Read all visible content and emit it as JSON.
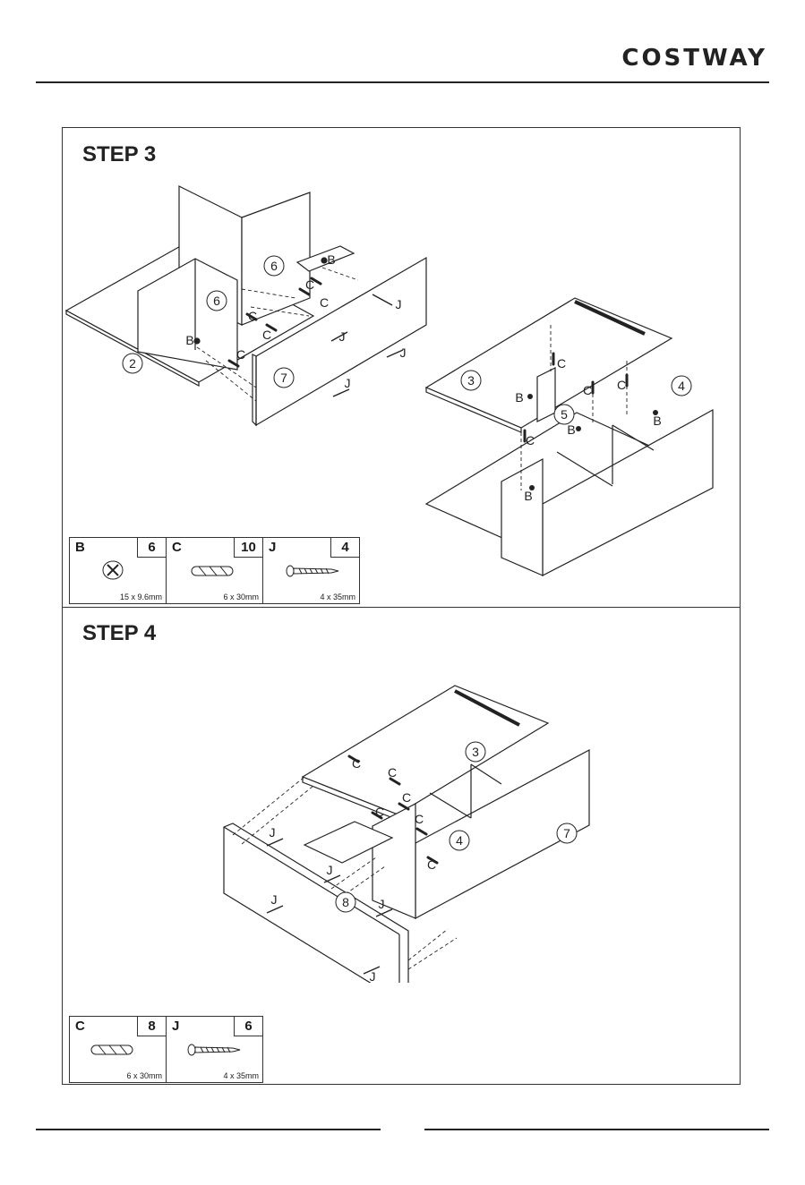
{
  "brand": "COSTWAY",
  "step3": {
    "title": "STEP 3",
    "labels": {
      "p2": "2",
      "p6a": "6",
      "p6b": "6",
      "p7": "7",
      "p3": "3",
      "p4": "4",
      "p5": "5",
      "C": "C",
      "B": "B",
      "J": "J"
    },
    "parts": [
      {
        "code": "B",
        "qty": "6",
        "size": "15 x 9.6mm",
        "icon": "cam-lock-icon"
      },
      {
        "code": "C",
        "qty": "10",
        "size": "6 x 30mm",
        "icon": "wooden-dowel-icon"
      },
      {
        "code": "J",
        "qty": "4",
        "size": "4 x 35mm",
        "icon": "screw-icon"
      }
    ]
  },
  "step4": {
    "title": "STEP 4",
    "labels": {
      "p3": "3",
      "p4": "4",
      "p7": "7",
      "p8": "8",
      "C": "C",
      "J": "J"
    },
    "parts": [
      {
        "code": "C",
        "qty": "8",
        "size": "6 x 30mm",
        "icon": "wooden-dowel-icon"
      },
      {
        "code": "J",
        "qty": "6",
        "size": "4 x 35mm",
        "icon": "screw-icon"
      }
    ]
  }
}
